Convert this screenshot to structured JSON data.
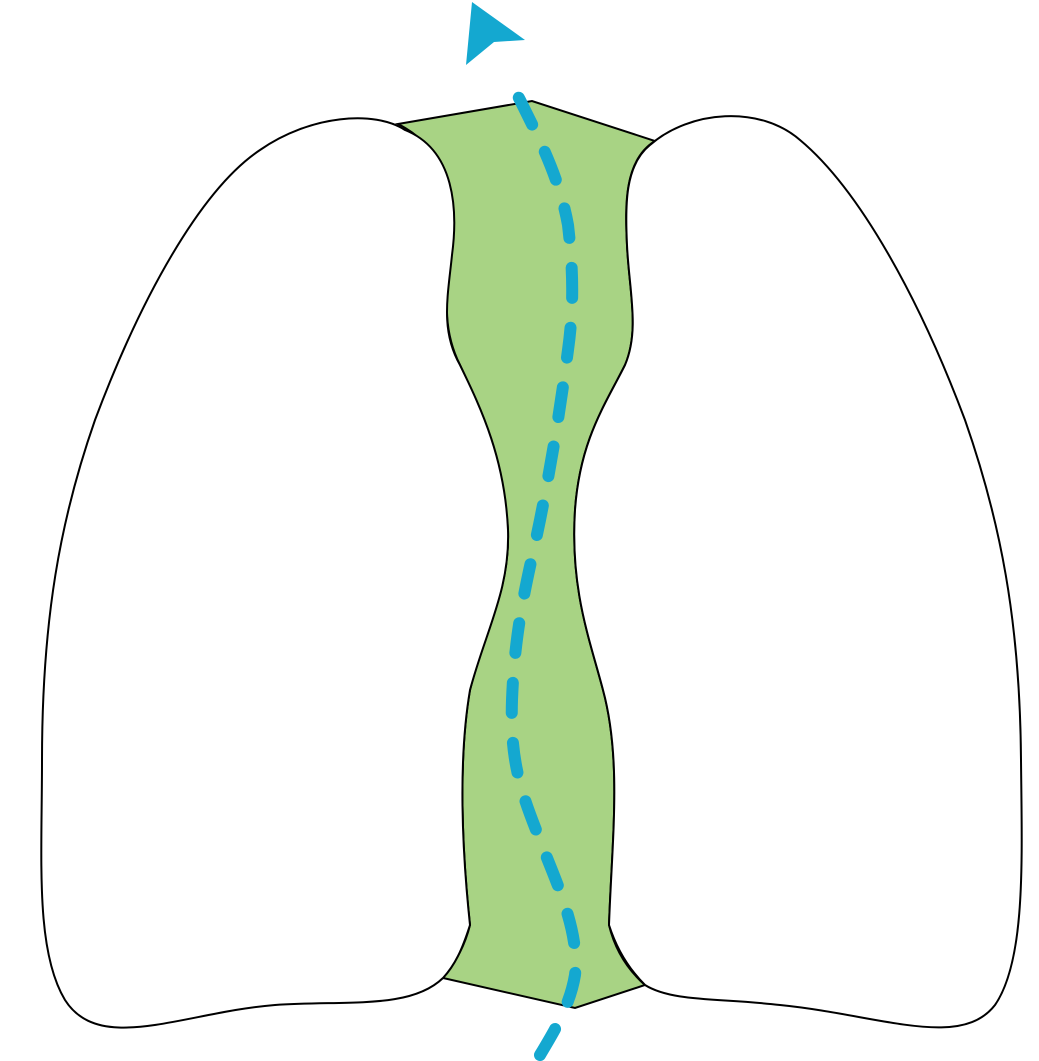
{
  "diagram": {
    "description_labels": [],
    "colors": {
      "background": "#ffffff",
      "lung_fill": "#ffffff",
      "outline": "#000000",
      "mediastinum_fill": "#a8d384",
      "path_arrow": "#14a8d0"
    },
    "icons": [
      "left-lung-shape",
      "right-lung-shape",
      "mediastinum-band",
      "dashed-path-arrow",
      "arrowhead-icon"
    ]
  }
}
